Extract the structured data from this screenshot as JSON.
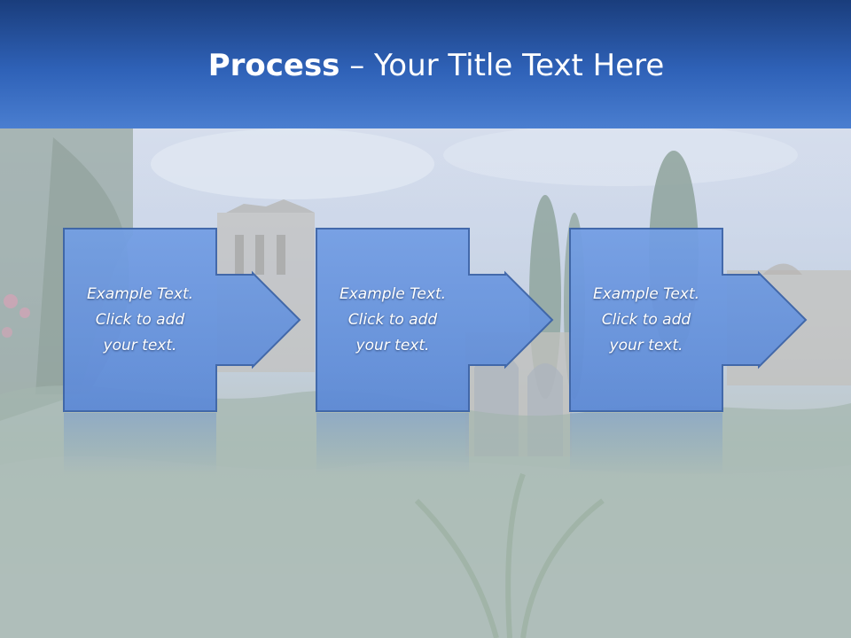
{
  "slide": {
    "title_bold": "Process",
    "title_rest": " – Your Title Text Here"
  },
  "process": {
    "steps": [
      {
        "text": "Example Text.\nClick  to add\nyour text."
      },
      {
        "text": "Example Text.\nClick  to add\nyour text."
      },
      {
        "text": "Example Text.\nClick  to add\nyour text."
      }
    ]
  },
  "colors": {
    "header_dark": "#1a3d7c",
    "header_light": "#4a7ed0",
    "shape_fill": "#6a98e0",
    "shape_stroke": "#3c64a8"
  }
}
